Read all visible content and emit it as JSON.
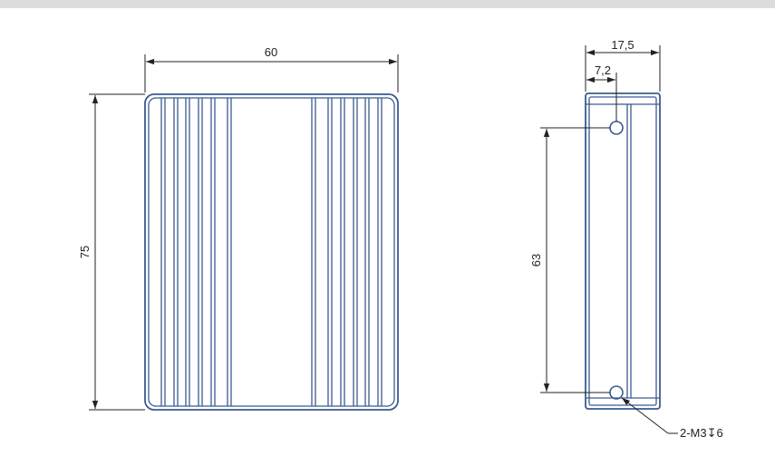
{
  "drawing": {
    "front_view": {
      "width_label": "60",
      "height_label": "75"
    },
    "side_view": {
      "depth_label": "17,5",
      "hole_offset_label": "7,2",
      "hole_spacing_label": "63",
      "hole_callout": "2-M3↧6"
    },
    "colors": {
      "outline": "#3b5a8f",
      "dimension": "#222222",
      "background": "#ffffff"
    }
  }
}
